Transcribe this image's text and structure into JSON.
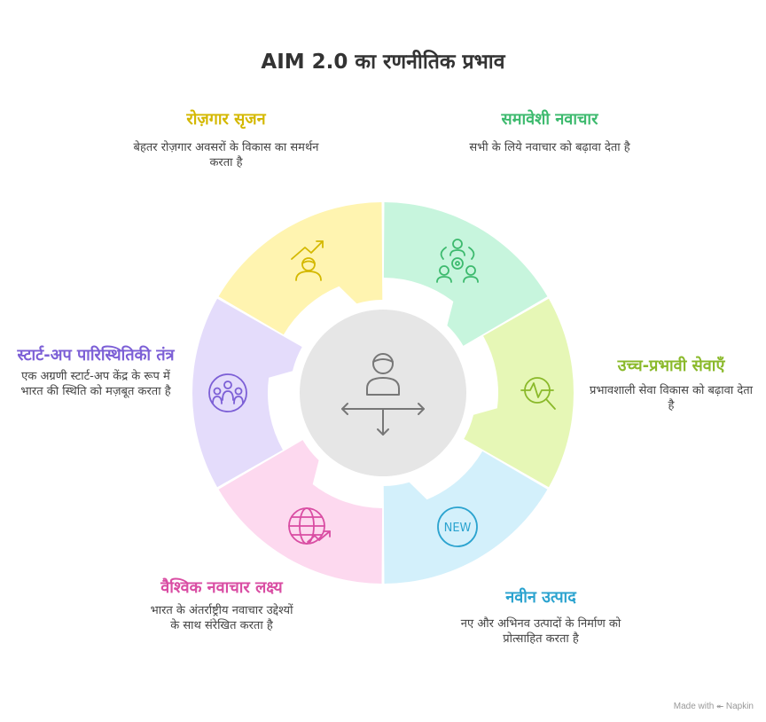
{
  "title": "AIM 2.0 का रणनीतिक प्रभाव",
  "segments": [
    {
      "heading": "रोज़गार सृजन",
      "description": "बेहतर रोज़गार अवसरों के विकास का समर्थन करता है",
      "color": "#d4b800",
      "icon": "person-growth-icon"
    },
    {
      "heading": "समावेशी नवाचार",
      "description": "सभी के लिये नवाचार को बढ़ावा देता है",
      "color": "#3dba6e",
      "icon": "community-gear-icon"
    },
    {
      "heading": "उच्च-प्रभावी सेवाएँ",
      "description": "प्रभावशाली सेवा विकास को बढ़ावा देता है",
      "color": "#8ab92a",
      "icon": "magnifier-pulse-icon"
    },
    {
      "heading": "नवीन उत्पाद",
      "description": "नए और अभिनव उत्पादों के निर्माण को प्रोत्साहित करता है",
      "color": "#2ba3cf",
      "icon": "new-badge-icon"
    },
    {
      "heading": "वैश्विक नवाचार लक्ष्य",
      "description": "भारत के अंतर्राष्ट्रीय नवाचार उद्देश्यों के साथ संरेखित करता है",
      "color": "#d94da3",
      "icon": "globe-growth-icon"
    },
    {
      "heading": "स्टार्ट-अप पारिस्थितिकी तंत्र",
      "description": "एक अग्रणी स्टार्ट-अप केंद्र के रूप में भारत की स्थिति को मज़बूत करता है",
      "color": "#7c5fd6",
      "icon": "group-circle-icon"
    }
  ],
  "center_icon": "person-directions-icon",
  "badge_text": "NEW",
  "credit": "Made with ⯬ Napkin"
}
